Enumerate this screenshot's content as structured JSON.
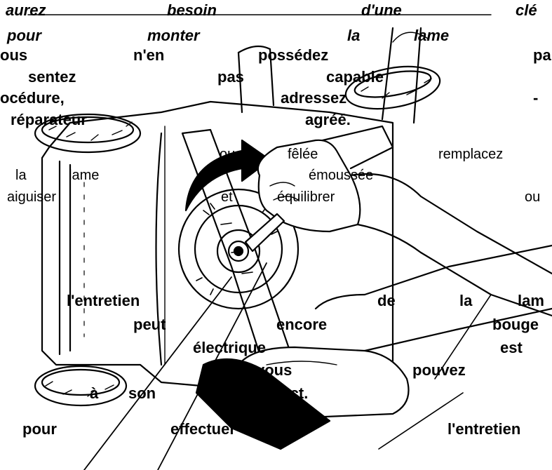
{
  "line1": [
    "aurez",
    "besoin",
    "d'une",
    "clé"
  ],
  "line2": [
    "pour",
    "monter",
    "la",
    "lame"
  ],
  "line3": [
    "ous",
    "n'en",
    "possédez",
    "pa"
  ],
  "line4": [
    "sentez",
    "pas",
    "capable"
  ],
  "line5": [
    "océdure,",
    "adressez",
    "-"
  ],
  "line6": [
    "réparateur",
    "agréé."
  ],
  "line7": [
    "ou",
    "fêlée",
    "remplacez"
  ],
  "line8": [
    "la",
    "lame",
    "émoussée"
  ],
  "line9": [
    "aiguiser",
    "et",
    "équilibrer",
    "ou"
  ],
  "line10": [
    "l'entretien",
    "de",
    "la",
    "lam"
  ],
  "line11": [
    "peut",
    "encore",
    "bouge"
  ],
  "line12": [
    "électrique",
    "est"
  ],
  "line13": [
    "vous",
    "pouvez"
  ],
  "line14": [
    "à",
    "son",
    "contact."
  ],
  "line15": [
    "pour",
    "effectuer",
    "l'entretien"
  ]
}
